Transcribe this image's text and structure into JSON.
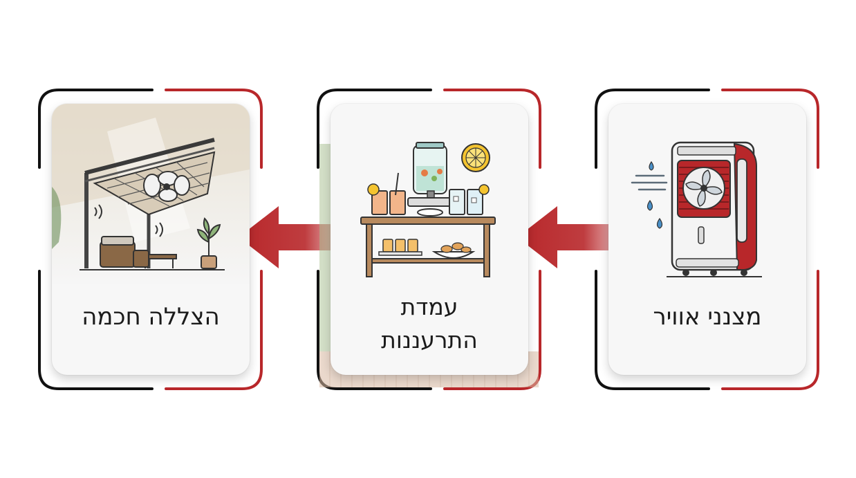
{
  "steps": [
    {
      "label": "מצנני אוויר",
      "icon": "air-cooler-icon"
    },
    {
      "label": "עמדת התרעננות",
      "icon": "refreshment-station-icon"
    },
    {
      "label": "הצללה חכמה",
      "icon": "smart-shade-pergola-icon"
    }
  ],
  "colors": {
    "accent_red": "#b8272a",
    "bracket_black": "#111111",
    "card_bg": "#f7f7f7"
  }
}
